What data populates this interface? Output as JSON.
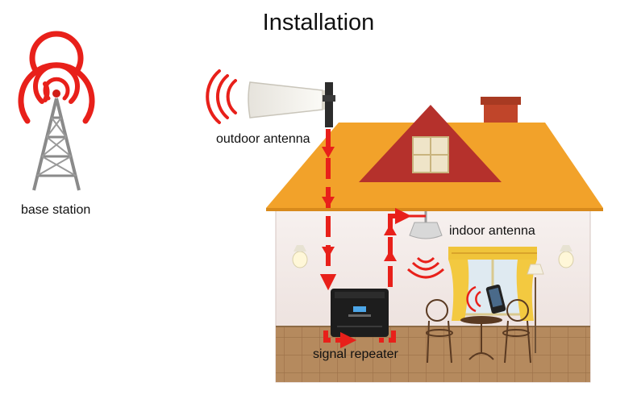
{
  "title": "Installation",
  "labels": {
    "base_station": "base station",
    "outdoor_antenna": "outdoor antenna",
    "indoor_antenna": "indoor antenna",
    "signal_repeater": "signal repeater"
  },
  "colors": {
    "signal": "#e8201a",
    "roof": "#f2a22a",
    "gable": "#b5312c",
    "chimney": "#c0452a",
    "wall": "#f4ecea",
    "floor": "#b58a5e",
    "repeater": "#1d1d1d",
    "tower": "#8a8a8a"
  },
  "icons": [
    "base-station-tower-icon",
    "outdoor-panel-antenna-icon",
    "indoor-ceiling-antenna-icon",
    "signal-repeater-device-icon",
    "mobile-phone-icon",
    "signal-wave-icon"
  ]
}
